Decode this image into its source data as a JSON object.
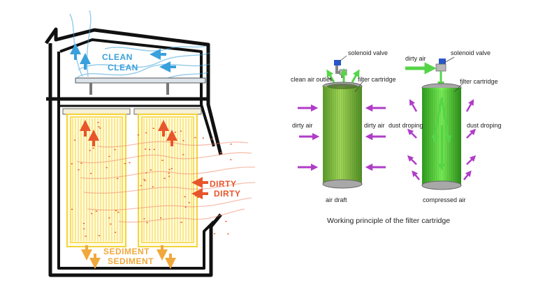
{
  "colors": {
    "clean": "#3aa0dc",
    "dirty": "#e8552b",
    "sediment": "#f0a83c",
    "cartridge_frame": "#f5d43a",
    "filter_green": "#7cc43c",
    "dirty_air_arrow": "#b03cc8",
    "air_flow_arrow": "#56d448",
    "housing": "#111111"
  },
  "left_panel": {
    "clean_label_1": "CLEAN",
    "clean_label_2": "CLEAN",
    "dirty_label_1": "DIRTY",
    "dirty_label_2": "DIRTY",
    "sediment_label_1": "SEDIMENT",
    "sediment_label_2": "SEDIMENT"
  },
  "right_panel": {
    "solenoid_valve_1": "solenoid valve",
    "clean_air_outlet": "clean air outlet",
    "filter_cartridge_1": "filter cartridge",
    "dirty_air_left": "dirty air",
    "dirty_air_right": "dirty air",
    "air_draft": "air draft",
    "dirty_air_top": "dirty air",
    "solenoid_valve_2": "solenoid valve",
    "filter_cartridge_2": "filter cartridge",
    "dust_droping_left": "dust droping",
    "dust_droping_right": "dust droping",
    "compressed_air": "compressed air",
    "caption": "Working principle of the filter cartridge"
  }
}
